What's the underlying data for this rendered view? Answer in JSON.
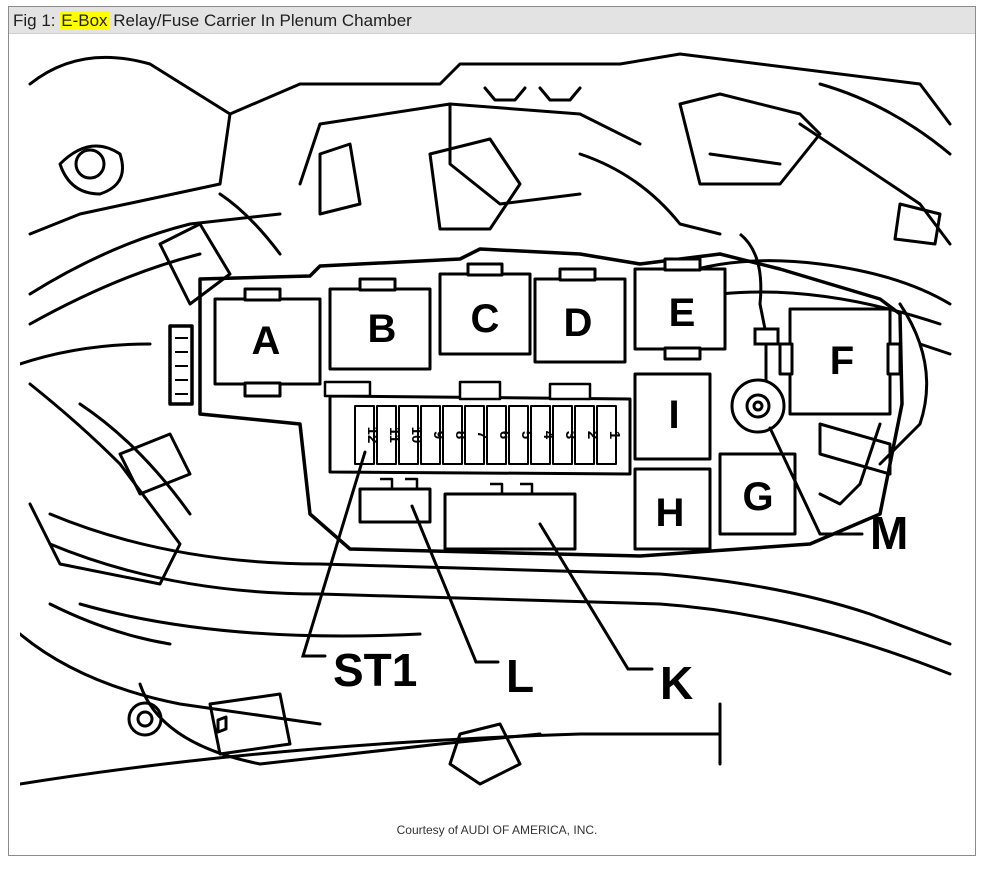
{
  "figure": {
    "prefix": "Fig 1: ",
    "highlight": "E-Box",
    "title_rest": " Relay/Fuse Carrier In Plenum Chamber",
    "highlight_color": "#ffff00"
  },
  "diagram": {
    "relay_labels": [
      "A",
      "B",
      "C",
      "D",
      "E",
      "F",
      "G",
      "H",
      "I"
    ],
    "fuse_numbers": [
      "1",
      "2",
      "3",
      "4",
      "5",
      "6",
      "7",
      "8",
      "9",
      "10",
      "11",
      "12"
    ],
    "callouts": {
      "st1": "ST1",
      "l": "L",
      "k": "K",
      "m": "M"
    }
  },
  "credit": "Courtesy of AUDI OF AMERICA, INC."
}
